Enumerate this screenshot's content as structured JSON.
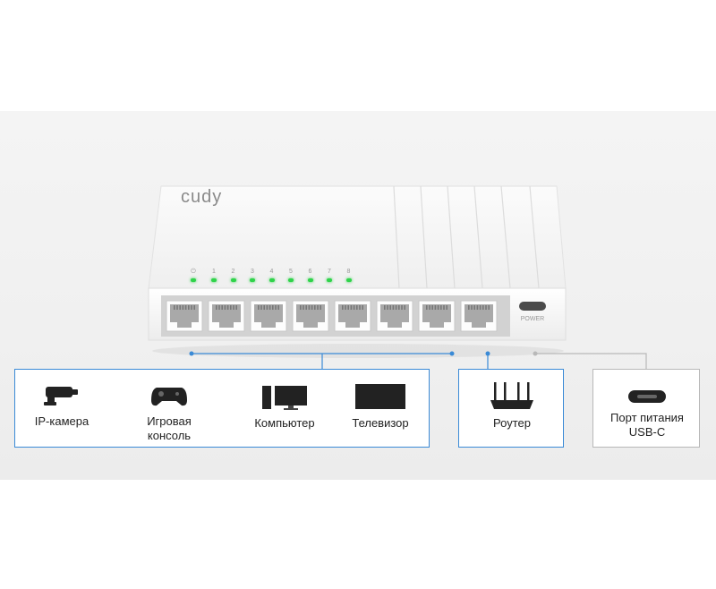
{
  "brand": {
    "logo_text": "cudy",
    "power_label": "POWER"
  },
  "led_labels": [
    "1",
    "2",
    "3",
    "4",
    "5",
    "6",
    "7",
    "8"
  ],
  "colors": {
    "accent": "#3a8ad6",
    "led": "#2fd34a",
    "neutral_line": "#b8b8b8"
  },
  "groups": {
    "devices": [
      {
        "label": "IP-камера",
        "icon": "ip-camera-icon"
      },
      {
        "label": "Игровая консоль",
        "icon": "gamepad-icon"
      },
      {
        "label": "Компьютер",
        "icon": "computer-icon"
      },
      {
        "label": "Телевизор",
        "icon": "tv-icon"
      }
    ],
    "router": {
      "label": "Роутер",
      "icon": "router-icon"
    },
    "power": {
      "label": "Порт питания USB-C",
      "icon": "usb-c-port-icon"
    }
  }
}
